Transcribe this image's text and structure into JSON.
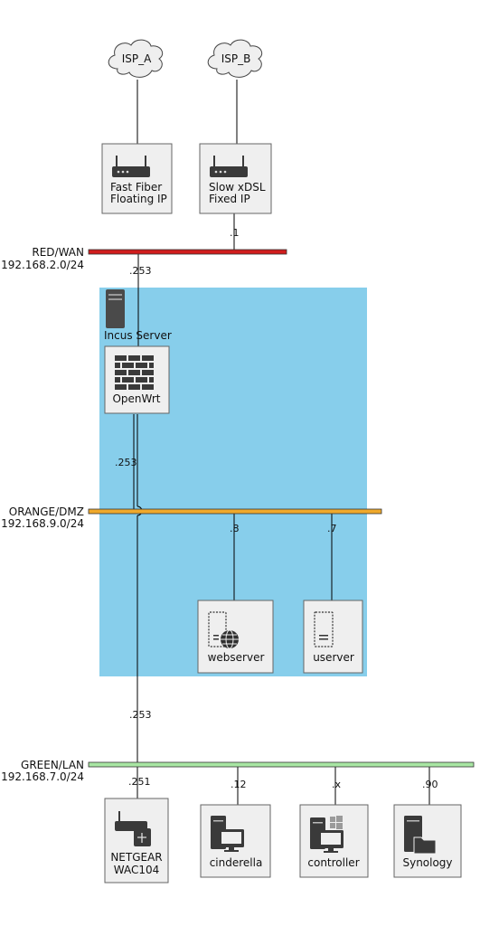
{
  "clouds": [
    {
      "label": "ISP_A"
    },
    {
      "label": "ISP_B"
    }
  ],
  "routers": [
    {
      "line1": "Fast Fiber",
      "line2": "Floating IP"
    },
    {
      "line1": "Slow xDSL",
      "line2": "Fixed IP"
    }
  ],
  "networks": {
    "wan": {
      "name": "RED/WAN",
      "subnet": "192.168.2.0/24",
      "color": "#d01c1c"
    },
    "dmz": {
      "name": "ORANGE/DMZ",
      "subnet": "192.168.9.0/24",
      "color": "#f0a92b"
    },
    "lan": {
      "name": "GREEN/LAN",
      "subnet": "192.168.7.0/24",
      "color": "#a8e6a3"
    }
  },
  "host_zone": {
    "label": "Incus Server",
    "color": "#87ceeb"
  },
  "firewall": {
    "label": "OpenWrt"
  },
  "addresses": {
    "wan_router": ".1",
    "wan_fw": ".253",
    "dmz_fw": ".253",
    "lan_fw_top": ".253",
    "webserver": ".8",
    "userver": ".7",
    "netgear": ".251",
    "cinderella": ".12",
    "controller": ".x",
    "synology": ".90"
  },
  "dmz_nodes": [
    {
      "label": "webserver"
    },
    {
      "label": "userver"
    }
  ],
  "lan_nodes": [
    {
      "line1": "NETGEAR",
      "line2": "WAC104"
    },
    {
      "label": "cinderella"
    },
    {
      "label": "controller"
    },
    {
      "label": "Synology"
    }
  ]
}
